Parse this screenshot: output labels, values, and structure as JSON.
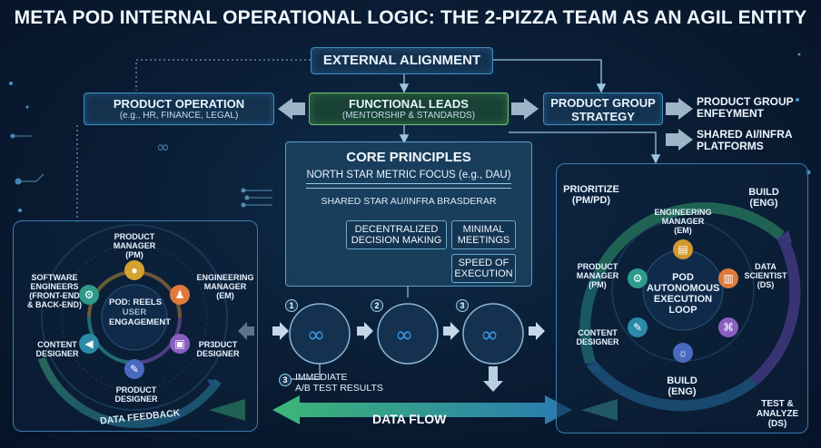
{
  "title": "META POD INTERNAL OPERATIONAL LOGIC: THE 2-PIZZA TEAM AS AN AGIL ENTITY",
  "external_alignment": "EXTERNAL ALIGNMENT",
  "product_operation": {
    "title": "PRODUCT OPERATION",
    "sub": "(e.g., HR, FINANCE, LEGAL)"
  },
  "functional_leads": {
    "title": "FUNCTIONAL LEADS",
    "sub": "(MENTORSHIP & STANDARDS)"
  },
  "product_group": {
    "line1": "PRODUCT GROUP",
    "line2": "STRATEGY"
  },
  "right_labels": {
    "enfeyment_1": "PRODUCT GROUP",
    "enfeyment_2": "ENFEYMENT",
    "shared_1": "SHARED AI/INFRA",
    "shared_2": "PLATFORMS"
  },
  "core": {
    "title": "CORE PRINCIPLES",
    "north_star": "NORTH STAR METRIC FOCUS (e.g., DAU)",
    "shared_star": "SHARED STAR AU/INFRA BRASDERAR",
    "decentral_1": "DECENTRALIZED",
    "decentral_2": "DECISION MAKING",
    "minimal_1": "MINIMAL",
    "minimal_2": "MEETINGS",
    "speed_1": "SPEED OF",
    "speed_2": "EXECUTION"
  },
  "pod_left": {
    "center_1": "POD: REELS",
    "center_2": "USER",
    "center_3": "ENGAGEMENT",
    "pm_1": "PRODUCT",
    "pm_2": "MANAGER",
    "pm_3": "(PM)",
    "em_1": "ENGINEERING",
    "em_2": "MANAGER",
    "em_3": "(EM)",
    "se_1": "SOFTWARE",
    "se_2": "ENGINEERS",
    "se_3": "(FRONT-END",
    "se_4": "& BACK-END)",
    "cd_1": "CONTENT",
    "cd_2": "DESIGNER",
    "pd_1": "PR3DUCT",
    "pd_2": "DESIGNER",
    "pdb_1": "PRODUCT",
    "pdb_2": "DESIGNER",
    "feedback": "DATA FEEDBACK"
  },
  "flow": {
    "badge1": "1",
    "badge2": "2",
    "badge3": "3",
    "badge4": "3",
    "ab_1": "IMMEDIATE",
    "ab_2": "A/B TEST RESULTS",
    "data_flow": "DATA FLOW"
  },
  "pod_right": {
    "prioritize_1": "PRIORITIZE",
    "prioritize_2": "(PM/PD)",
    "build_top_1": "BUILD",
    "build_top_2": "(ENG)",
    "em_1": "ENGINEERING",
    "em_2": "MANAGER",
    "em_3": "(EM)",
    "pm_1": "PRODUCT",
    "pm_2": "MANAGER",
    "pm_3": "(PM)",
    "ds_1": "DATA",
    "ds_2": "SCIENTIST",
    "ds_3": "(DS)",
    "cd_1": "CONTENT",
    "cd_2": "DESIGNER",
    "center_1": "POD",
    "center_2": "AUTONOMOUS",
    "center_3": "EXECUTION",
    "center_4": "LOOP",
    "build_bot_1": "BUILD",
    "build_bot_2": "(ENG)",
    "test_1": "TEST &",
    "test_2": "ANALYZE",
    "test_3": "(DS)"
  },
  "colors": {
    "accent_blue": "#3f8fc0",
    "accent_green": "#6ec56a",
    "ring_orange": "#e8933a",
    "ring_purple": "#9a5fd0",
    "ring_teal": "#3bc3b3"
  }
}
